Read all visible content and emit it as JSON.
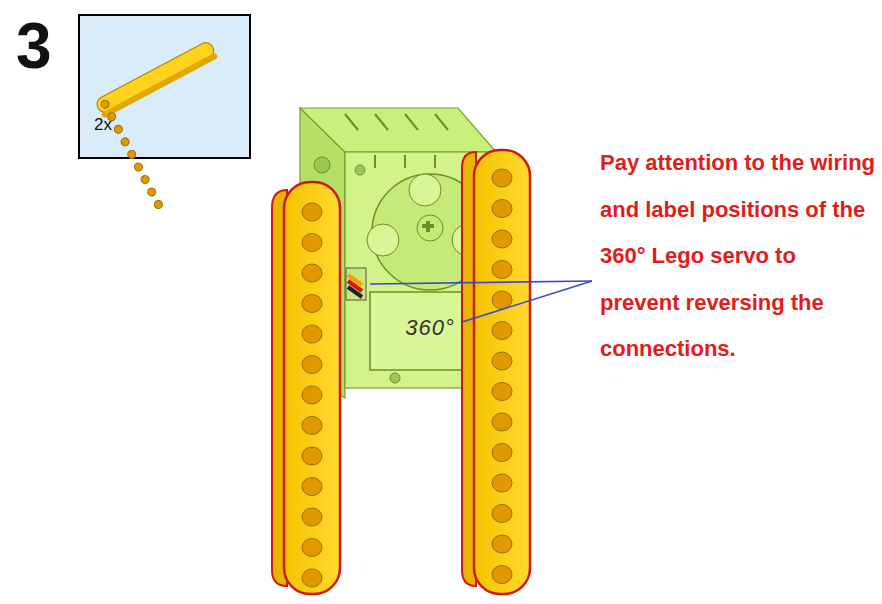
{
  "diagram": {
    "labels": [
      "3",
      "2x",
      "360°",
      "Pay attention to the wiring and label positions of the 360° Lego servo to prevent reversing the connections."
    ]
  }
}
